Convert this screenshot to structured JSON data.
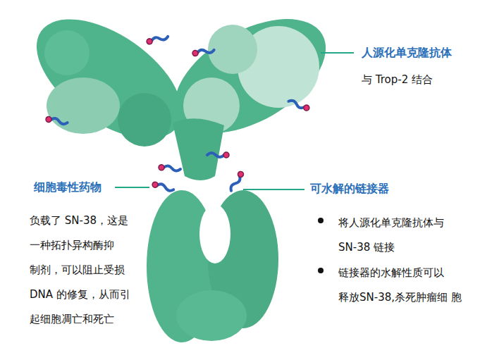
{
  "diagram": {
    "labels": [
      "人源化单克隆抗体",
      "与 Trop-2 结合",
      "细胞毒性药物",
      "负载了 SN-38，这是 一种拓扑异构酶抑 制剂，可以阻止受损 DNA 的修复，从而引 起细胞凋亡和死亡",
      "可水解的链接器",
      "将人源化单克隆抗体与 SN-38 链接",
      "链接器的水解性质可以 释放SN-38,杀死肿瘤细 胞"
    ]
  }
}
